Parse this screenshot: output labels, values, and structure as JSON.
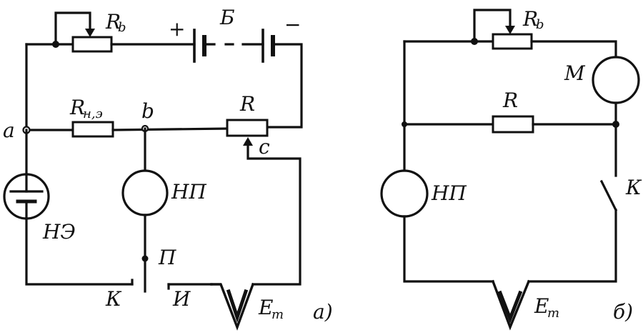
{
  "left": {
    "rheostat_label": "R",
    "rheostat_sub": "b",
    "battery_label": "Б",
    "battery_plus": "+",
    "battery_minus": "−",
    "node_a": "a",
    "node_b": "b",
    "node_c": "c",
    "norm_resistor_label": "R",
    "norm_resistor_sub": "н,э",
    "slide_resistor_label": "R",
    "normal_cell_label": "НЭ",
    "galvanometer_label": "НП",
    "key_p_label": "П",
    "key_k_label": "К",
    "key_i_label": "И",
    "thermocouple_label": "E",
    "thermocouple_sub": "т",
    "panel_tag": "a)"
  },
  "right": {
    "rheostat_label": "R",
    "rheostat_sub": "b",
    "motor_label": "М",
    "resistor_label": "R",
    "galvanometer_label": "НП",
    "key_label": "К",
    "thermocouple_label": "E",
    "thermocouple_sub": "т",
    "panel_tag": "б)"
  }
}
